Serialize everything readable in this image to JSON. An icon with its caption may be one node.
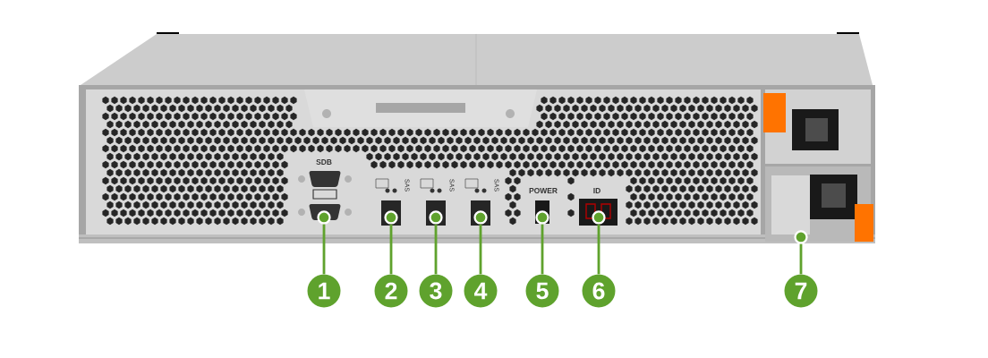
{
  "diagram": {
    "nodes": [
      {
        "text": [
          "1"
        ]
      },
      {
        "text": [
          "2"
        ]
      },
      {
        "text": [
          "3"
        ]
      },
      {
        "text": [
          "4"
        ]
      },
      {
        "text": [
          "5"
        ]
      },
      {
        "text": [
          "6"
        ]
      },
      {
        "text": [
          "7"
        ]
      },
      {
        "text": [],
        "shape": "circle"
      },
      {
        "text": [],
        "shape": "circle"
      },
      {
        "text": [],
        "shape": "circle"
      },
      {
        "text": [],
        "shape": "circle"
      },
      {
        "text": [],
        "shape": "circle"
      },
      {
        "text": [],
        "shape": "circle"
      },
      {
        "text": [],
        "shape": "circle"
      }
    ],
    "edges": [
      {
        "from": 0,
        "to": 7,
        "arrow": "none"
      },
      {
        "from": 1,
        "to": 8,
        "arrow": "none"
      },
      {
        "from": 2,
        "to": 9,
        "arrow": "none"
      },
      {
        "from": 3,
        "to": 10,
        "arrow": "none"
      },
      {
        "from": 4,
        "to": 11,
        "arrow": "none"
      },
      {
        "from": 5,
        "to": 12,
        "arrow": "none"
      },
      {
        "from": 6,
        "to": 13,
        "arrow": "none"
      }
    ],
    "labels": [
      "SDB",
      "SAS",
      "SAS",
      "SAS",
      "POWER",
      "ID"
    ]
  }
}
